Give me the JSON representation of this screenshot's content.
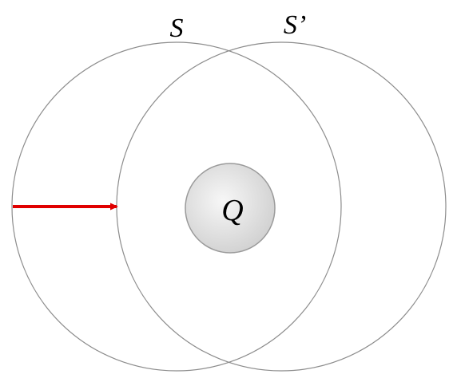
{
  "labels": {
    "surface_s": "S",
    "surface_s_prime": "S’",
    "charge": "Q"
  },
  "colors": {
    "circle_stroke": "#8c8c8c",
    "arrow": "#e00000",
    "charge_fill_light": "#f7f7f7",
    "charge_fill_dark": "#cfcfcf",
    "charge_stroke": "#9a9a9a",
    "text": "#000000"
  }
}
